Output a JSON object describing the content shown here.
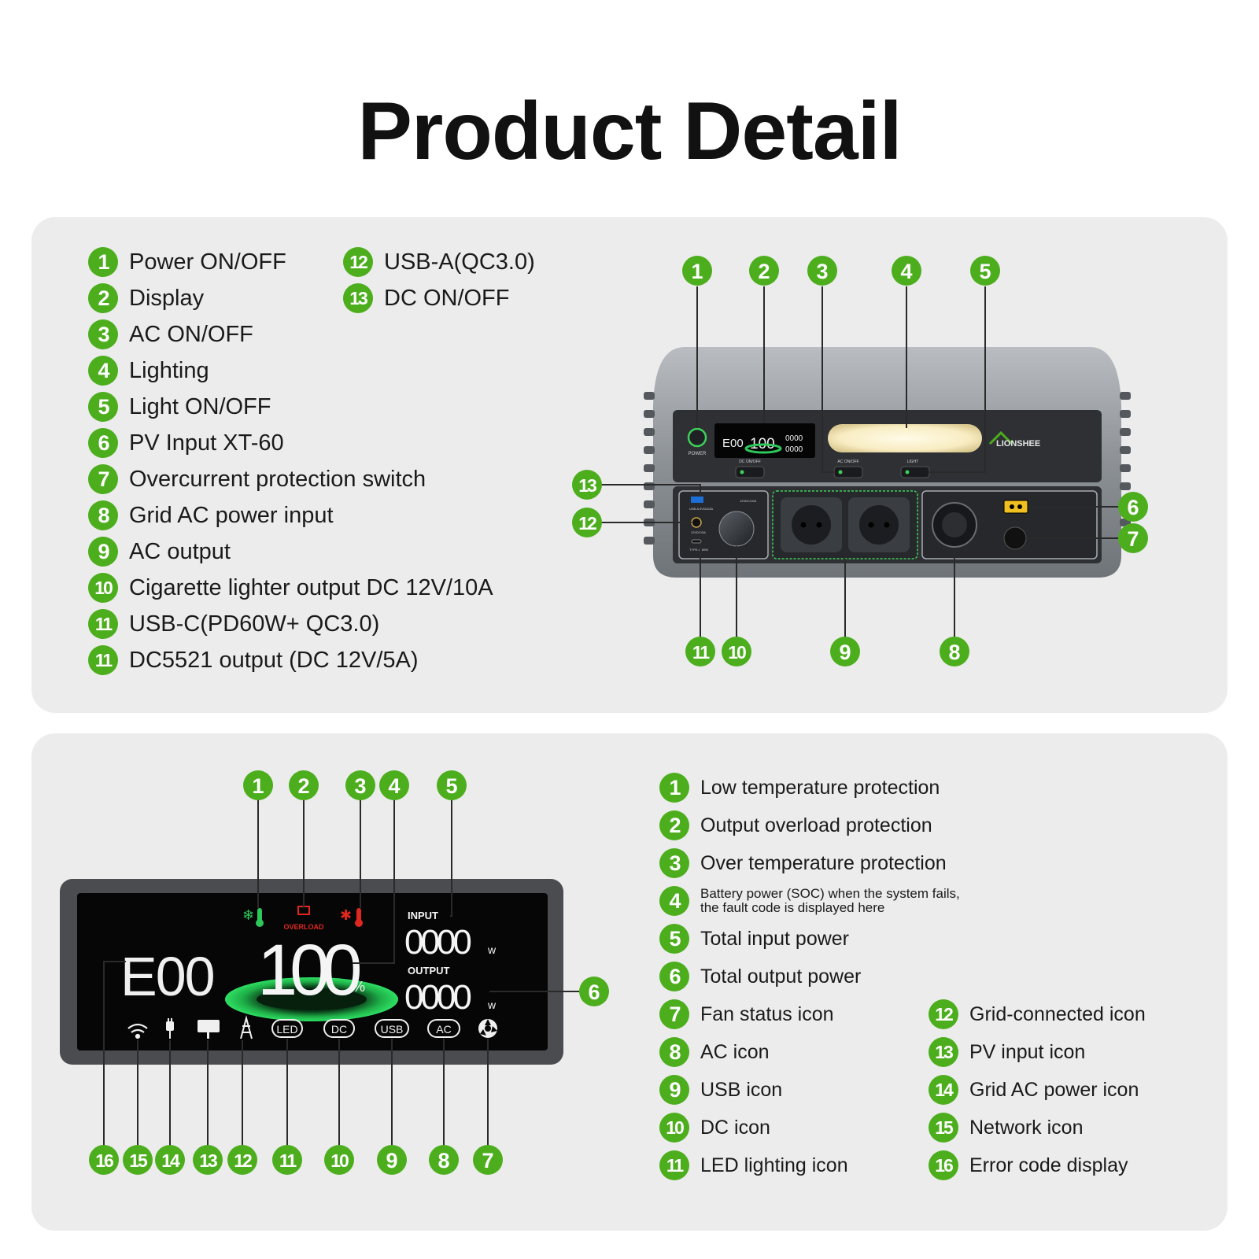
{
  "title": "Product Detail",
  "top_legend": [
    {
      "num": "1",
      "label": "Power ON/OFF"
    },
    {
      "num": "2",
      "label": "Display"
    },
    {
      "num": "3",
      "label": "AC ON/OFF"
    },
    {
      "num": "4",
      "label": "Lighting"
    },
    {
      "num": "5",
      "label": "Light ON/OFF"
    },
    {
      "num": "6",
      "label": "PV Input XT-60"
    },
    {
      "num": "7",
      "label": "Overcurrent protection switch"
    },
    {
      "num": "8",
      "label": "Grid AC power input"
    },
    {
      "num": "9",
      "label": "AC output"
    },
    {
      "num": "10",
      "label": "Cigarette lighter output DC 12V/10A"
    },
    {
      "num": "11",
      "label": "USB-C(PD60W+ QC3.0)"
    },
    {
      "num": "11",
      "label": "DC5521 output (DC 12V/5A)"
    },
    {
      "num": "12",
      "label": "USB-A(QC3.0)"
    },
    {
      "num": "13",
      "label": "DC ON/OFF"
    }
  ],
  "device": {
    "power_label": "POWER",
    "brand": "LIONSHEE",
    "dc_switch_label": "DC ON/OFF",
    "ac_switch_label": "AC ON/OFF",
    "light_switch_label": "LIGHT",
    "usb_a_label": "USB-A 5V/2A/3A",
    "dc5521_label": "12VDC/5A",
    "usb_c_label": "TYPE-C 60W",
    "cig_label": "12VDC/10A",
    "mini_error": "E00",
    "mini_soc": "100",
    "mini_in": "0000",
    "mini_out": "0000"
  },
  "device_callouts": [
    "1",
    "2",
    "3",
    "4",
    "5",
    "6",
    "7",
    "8",
    "9",
    "10",
    "11",
    "12",
    "13"
  ],
  "display": {
    "error_code": "E00",
    "soc": "100",
    "soc_unit": "%",
    "overload_label": "OVERLOAD",
    "input_label": "INPUT",
    "input_value": "0000",
    "output_label": "OUTPUT",
    "output_value": "0000",
    "watt_unit": "w",
    "bottom_icons": [
      "wifi-icon",
      "grid-plug-icon",
      "solar-panel-icon",
      "power-tower-icon",
      "LED",
      "DC",
      "USB",
      "AC",
      "fan-icon"
    ],
    "led_text": "LED",
    "dc_text": "DC",
    "usb_text": "USB",
    "ac_text": "AC",
    "accent_green": "#2ec85a",
    "alert_red": "#e0271f"
  },
  "display_callouts": [
    "1",
    "2",
    "3",
    "4",
    "5",
    "6",
    "7",
    "8",
    "9",
    "10",
    "11",
    "12",
    "13",
    "14",
    "15",
    "16"
  ],
  "bottom_legend": [
    {
      "num": "1",
      "label": "Low temperature protection"
    },
    {
      "num": "2",
      "label": "Output overload protection"
    },
    {
      "num": "3",
      "label": "Over temperature protection"
    },
    {
      "num": "4",
      "label": "Battery power (SOC) when the system fails,\nthe fault code is displayed here"
    },
    {
      "num": "5",
      "label": "Total input power"
    },
    {
      "num": "6",
      "label": "Total output power"
    },
    {
      "num": "7",
      "label": "Fan status icon"
    },
    {
      "num": "8",
      "label": "AC icon"
    },
    {
      "num": "9",
      "label": "USB icon"
    },
    {
      "num": "10",
      "label": "DC icon"
    },
    {
      "num": "11",
      "label": "LED lighting icon"
    },
    {
      "num": "12",
      "label": "Grid-connected icon"
    },
    {
      "num": "13",
      "label": "PV input icon"
    },
    {
      "num": "14",
      "label": "Grid AC power icon"
    },
    {
      "num": "15",
      "label": "Network icon"
    },
    {
      "num": "16",
      "label": "Error code display"
    }
  ],
  "colors": {
    "badge_green": "#4cae1d",
    "panel_gray": "#ececec"
  }
}
